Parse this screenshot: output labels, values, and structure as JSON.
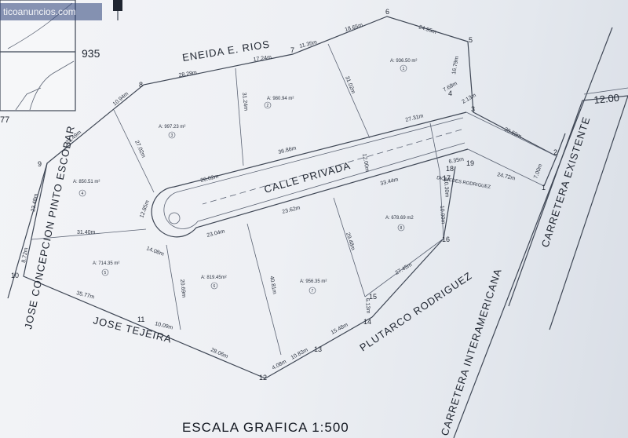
{
  "watermark": "ticoanuncios.com",
  "neighbors": {
    "north": "ENEIDA E. RIOS",
    "west": "JOSE CONCEPCION PINTO ESCOBAR",
    "south": "JOSE TEJEIRA",
    "southeast": "PLUTARCO RODRIGUEZ",
    "inner": "DIOMEDES RODRIGUEZ",
    "east_road": "CARRETERA EXISTENTE",
    "highway": "CARRETERA INTERAMERICANA"
  },
  "street": "CALLE PRIVADA",
  "road_width": "12.00",
  "scale": "ESCALA GRAFICA 1:500",
  "inset": {
    "number": "935",
    "corner": "77"
  },
  "points": [
    "1",
    "2",
    "3",
    "4",
    "5",
    "6",
    "7",
    "8",
    "9",
    "10",
    "11",
    "12",
    "13",
    "14",
    "15",
    "16",
    "17",
    "18",
    "19"
  ],
  "lots": [
    {
      "number": "1",
      "area": "A: 936.50 m²"
    },
    {
      "number": "2",
      "area": "A: 980.94 m²"
    },
    {
      "number": "3",
      "area": "A: 997.23 m²"
    },
    {
      "number": "4",
      "area": "A: 850.51 m²"
    },
    {
      "number": "5",
      "area": "A: 714.35 m²"
    },
    {
      "number": "6",
      "area": "A: 819.45m²"
    },
    {
      "number": "7",
      "area": "A: 956.35 m²"
    },
    {
      "number": "8",
      "area": "A: 678.69 m2"
    }
  ],
  "distances": {
    "d_8_7": "28.29m",
    "d_7mid": "17.24m",
    "d_7_6a": "11.35m",
    "d_7_6b": "18.65m",
    "d_6_5": "24.95m",
    "d_5_4": "16.79m",
    "d_4_3": "2.13m",
    "d_4b": "7.68m",
    "d_3_2": "30.60m",
    "d_2_1": "7.00m",
    "d_19_1": "24.72m",
    "d_road_top": "27.31m",
    "d_road_mid": "36.86m",
    "d_road_low": "33.44m",
    "d_26": "26.02m",
    "d_23_62": "23.62m",
    "d_23_04": "23.04m",
    "d_12_85": "12.85m",
    "d_14_08": "14.08m",
    "d_31_24": "31.24m",
    "d_31_02": "31.02m",
    "d_12_00b": "12.00m",
    "d_27_02": "27.02m",
    "d_10_94": "10.94m",
    "d_23_49": "23.49m",
    "d_23_48": "23.48m",
    "d_31_40": "31.40m",
    "d_8_72": "8.72m",
    "d_35_77": "35.77m",
    "d_10_09": "10.09m",
    "d_28_06": "28.06m",
    "d_20_69": "20.69m",
    "d_40_81": "40.81m",
    "d_29_48": "29.48m",
    "d_27_45": "27.45m",
    "d_10_00": "10.00m",
    "d_10_30": "10.30m",
    "d_6_35": "6.35m",
    "d_6_13": "6.13m",
    "d_15_48": "15.48m",
    "d_10_83": "10.83m",
    "d_4_08": "4.08m"
  }
}
